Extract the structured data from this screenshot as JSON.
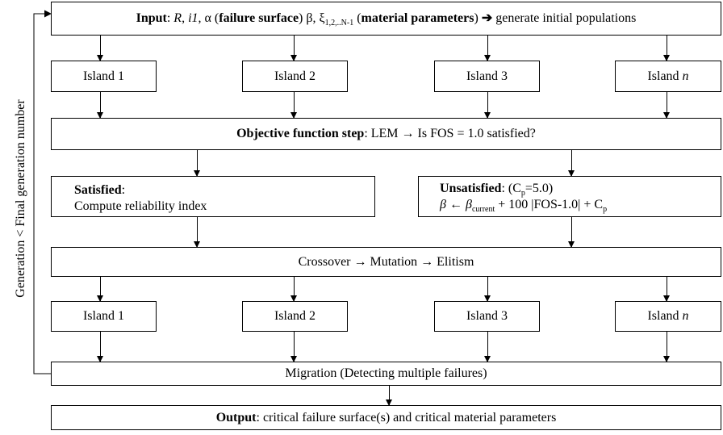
{
  "input": {
    "label": "Input",
    "colon": ": ",
    "R": "R",
    "sep1": ", ",
    "i1": "i1",
    "sep2": ", ",
    "alpha": "α",
    "fs_label": "failure surface",
    "beta": "β",
    "sep3": ", ",
    "xi": "ξ",
    "xi_sub": "1,2,..N-1",
    "mp_label": "material parameters",
    "arrow": "➔",
    "tail": "generate  initial  populations"
  },
  "islands_top": [
    {
      "name": "Island 1"
    },
    {
      "name": "Island 2"
    },
    {
      "name": "Island 3"
    },
    {
      "name": "Island ",
      "italic": "n"
    }
  ],
  "objective": {
    "label": "Objective function step",
    "rest": ": LEM → Is FOS = 1.0 satisfied?"
  },
  "satisfied": {
    "label": "Satisfied",
    "colon": ":",
    "line2": "Compute reliability  index"
  },
  "unsatisfied": {
    "label": "Unsatisfied",
    "colon": ": (C",
    "cp_sub": "p",
    "cp_val": "=5.0)",
    "beta": "β",
    "arrow": " ← ",
    "beta2": "β",
    "current_sub": "current",
    "formula": " + 100 |FOS-1.0| + C",
    "cp_sub2": "p"
  },
  "operators": {
    "text": "Crossover → Mutation  → Elitism"
  },
  "islands_bottom": [
    {
      "name": "Island 1"
    },
    {
      "name": "Island 2"
    },
    {
      "name": "Island 3"
    },
    {
      "name": "Island ",
      "italic": "n"
    }
  ],
  "migration": {
    "text": "Migration  (Detecting multiple  failures)"
  },
  "output": {
    "label": "Output",
    "rest": ":  critical failure surface(s) and critical material  parameters"
  },
  "loop_label": "Generation < Final generation number"
}
